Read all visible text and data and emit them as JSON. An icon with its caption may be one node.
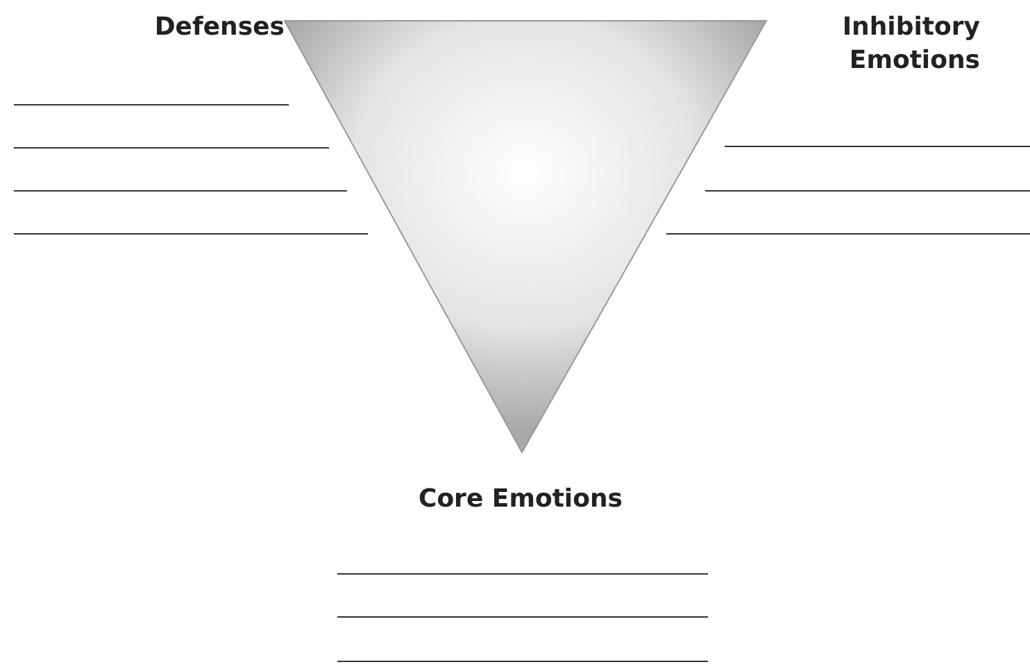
{
  "diagram": {
    "labels": [
      "Defenses",
      "Inhibitory Emotions",
      "Core Emotions"
    ]
  }
}
